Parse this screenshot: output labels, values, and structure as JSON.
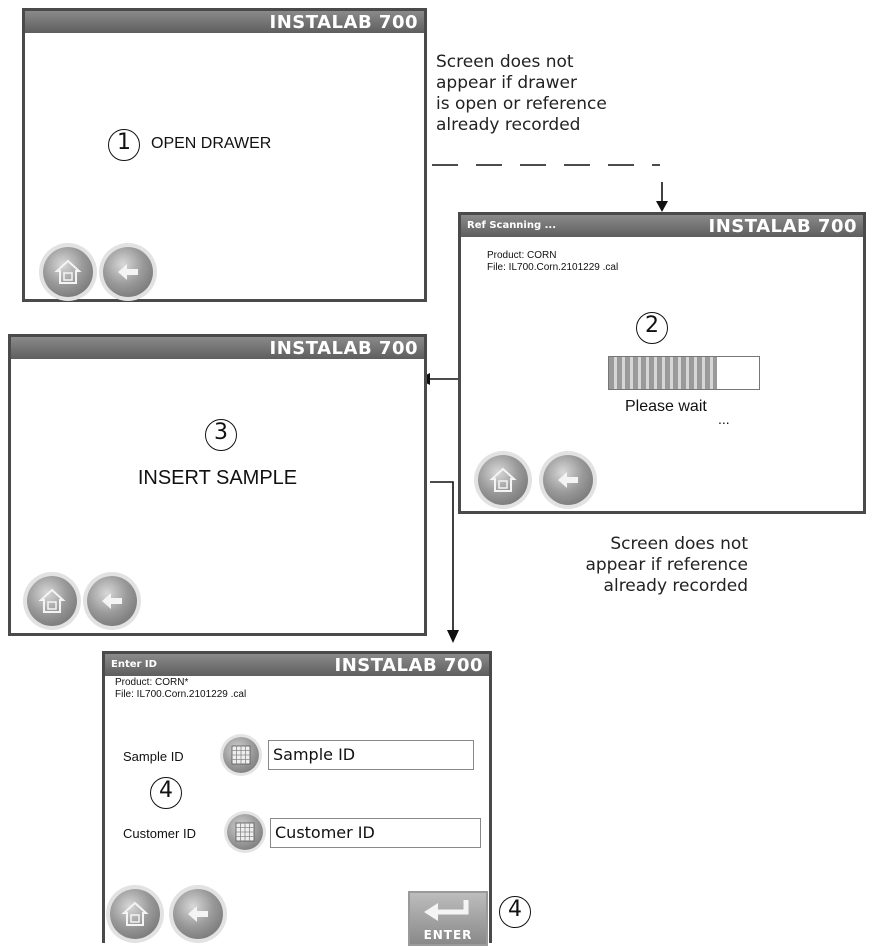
{
  "brand": "INSTALAB 700",
  "screen1": {
    "num": "1",
    "message": "OPEN DRAWER"
  },
  "note1": [
    "Screen does not",
    "appear if drawer",
    "is open or reference",
    "already recorded"
  ],
  "screen2": {
    "title_left": "Ref Scanning ...",
    "product": "Product:  CORN",
    "file": "File: IL700.Corn.2101229 .cal",
    "num": "2",
    "progress_fraction": 0.72,
    "wait_text": "Please wait",
    "dots": "..."
  },
  "note2": [
    "Screen does not",
    "appear if reference",
    "already recorded"
  ],
  "screen3": {
    "num": "3",
    "message": "INSERT SAMPLE"
  },
  "screen4": {
    "title_left": "Enter ID",
    "product": "Product:  CORN*",
    "file": "File: IL700.Corn.2101229 .cal",
    "num": "4",
    "sample_label": "Sample ID",
    "sample_value": "Sample ID",
    "customer_label": "Customer ID",
    "customer_value": "Customer ID",
    "enter_label": "ENTER",
    "enter_num": "4"
  },
  "icons": {
    "home": "home-icon",
    "back": "back-arrow-icon",
    "keypad": "keypad-icon",
    "enter": "enter-key-icon"
  }
}
